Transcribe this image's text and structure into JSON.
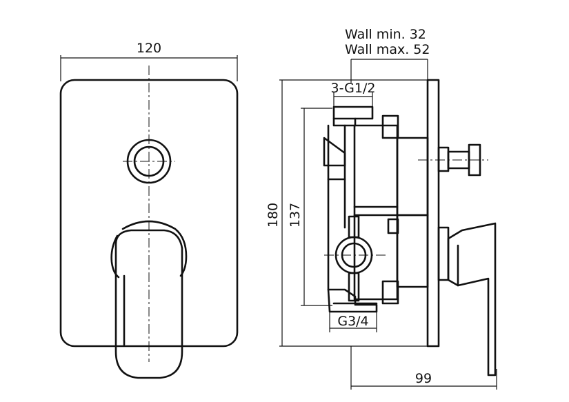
{
  "dimensions": {
    "front_width": "120",
    "overall_height": "180",
    "inlet_spacing": "137",
    "wall_min": "Wall min. 32",
    "wall_max": "Wall max. 52",
    "top_thread": "3-G1/2",
    "bottom_thread": "G3/4",
    "depth": "99"
  }
}
